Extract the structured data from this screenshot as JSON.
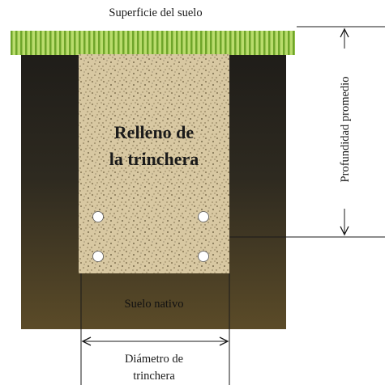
{
  "labels": {
    "surface": "Superficie del suelo",
    "fill_line1": "Relleno de",
    "fill_line2": "la trinchera",
    "depth": "Profundidad promedio",
    "native_soil": "Suelo nativo",
    "diameter_line1": "Diámetro de",
    "diameter_line2": "trinchera"
  },
  "colors": {
    "grass_light": "#b6d96a",
    "grass_dark": "#6fa52a",
    "soil_top": "#1f1d19",
    "soil_bottom": "#5a4b29",
    "fill_base": "#d6c6a0",
    "fill_speck": "#6c5c3c",
    "text": "#1a1a1a",
    "native_text": "#111111"
  },
  "pipes": {
    "count": 4,
    "icon": "pipe-circle-icon"
  }
}
